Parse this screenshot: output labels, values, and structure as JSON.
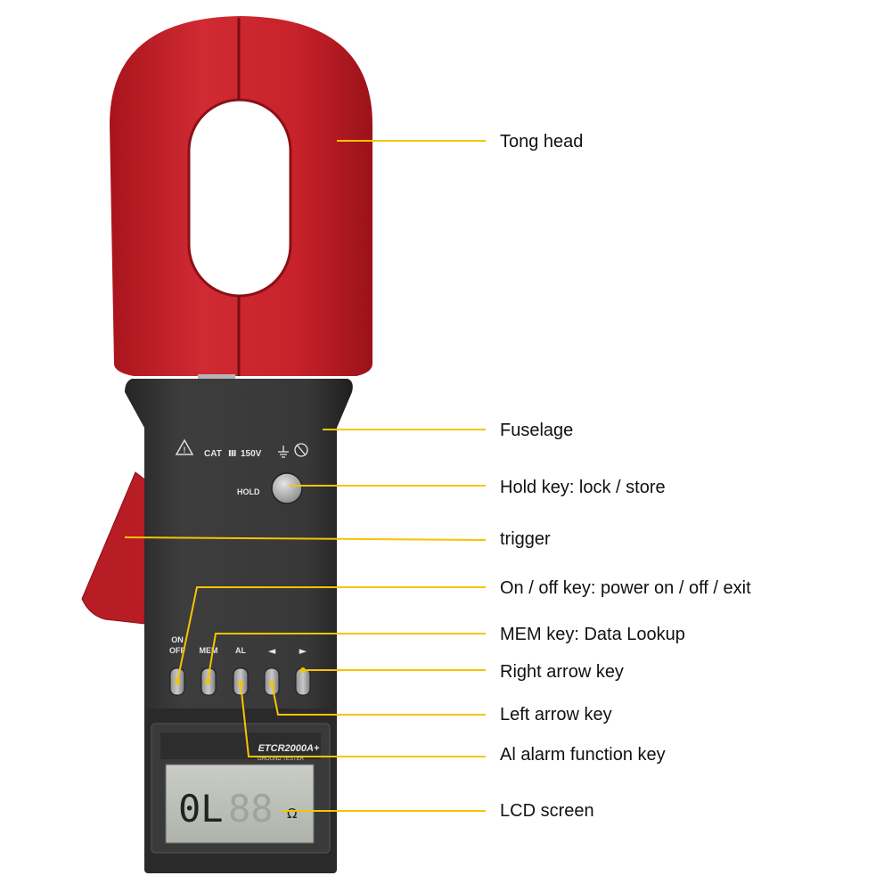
{
  "device": {
    "cat_marking": "CAT",
    "cat_level": "Ⅲ",
    "voltage": "150V",
    "hold_key": "HOLD",
    "key_on": "ON",
    "key_off": "OFF",
    "key_mem": "MEM",
    "key_al": "AL",
    "key_left": "◄",
    "key_right": "►",
    "model": "ETCR2000A+",
    "model_sub": "GROUND TESTER",
    "lcd_reading": "0L",
    "lcd_unit": "Ω"
  },
  "callouts": [
    {
      "id": "tong-head",
      "text": "Tong head"
    },
    {
      "id": "fuselage",
      "text": "Fuselage"
    },
    {
      "id": "hold-key",
      "text": "Hold key: lock / store"
    },
    {
      "id": "trigger",
      "text": "trigger"
    },
    {
      "id": "onoff-key",
      "text": "On / off key: power on / off / exit"
    },
    {
      "id": "mem-key",
      "text": "MEM key: Data Lookup"
    },
    {
      "id": "right-arrow",
      "text": "Right arrow key"
    },
    {
      "id": "left-arrow",
      "text": "Left arrow key"
    },
    {
      "id": "al-key",
      "text": "Al alarm function key"
    },
    {
      "id": "lcd",
      "text": "LCD screen"
    }
  ],
  "colors": {
    "leader": "#f5c400",
    "clamp_red": "#c8202a",
    "body_dark": "#333333"
  }
}
